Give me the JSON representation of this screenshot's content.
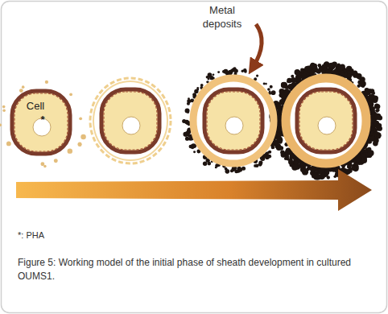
{
  "diagram": {
    "caption": "Figure 5: Working model of the initial phase of sheath development in cultured OUMS1.",
    "nodes": [
      {
        "text": [
          "Cell",
          "*"
        ]
      }
    ],
    "labels": [
      "Metal deposits",
      "*: PHA"
    ]
  }
}
